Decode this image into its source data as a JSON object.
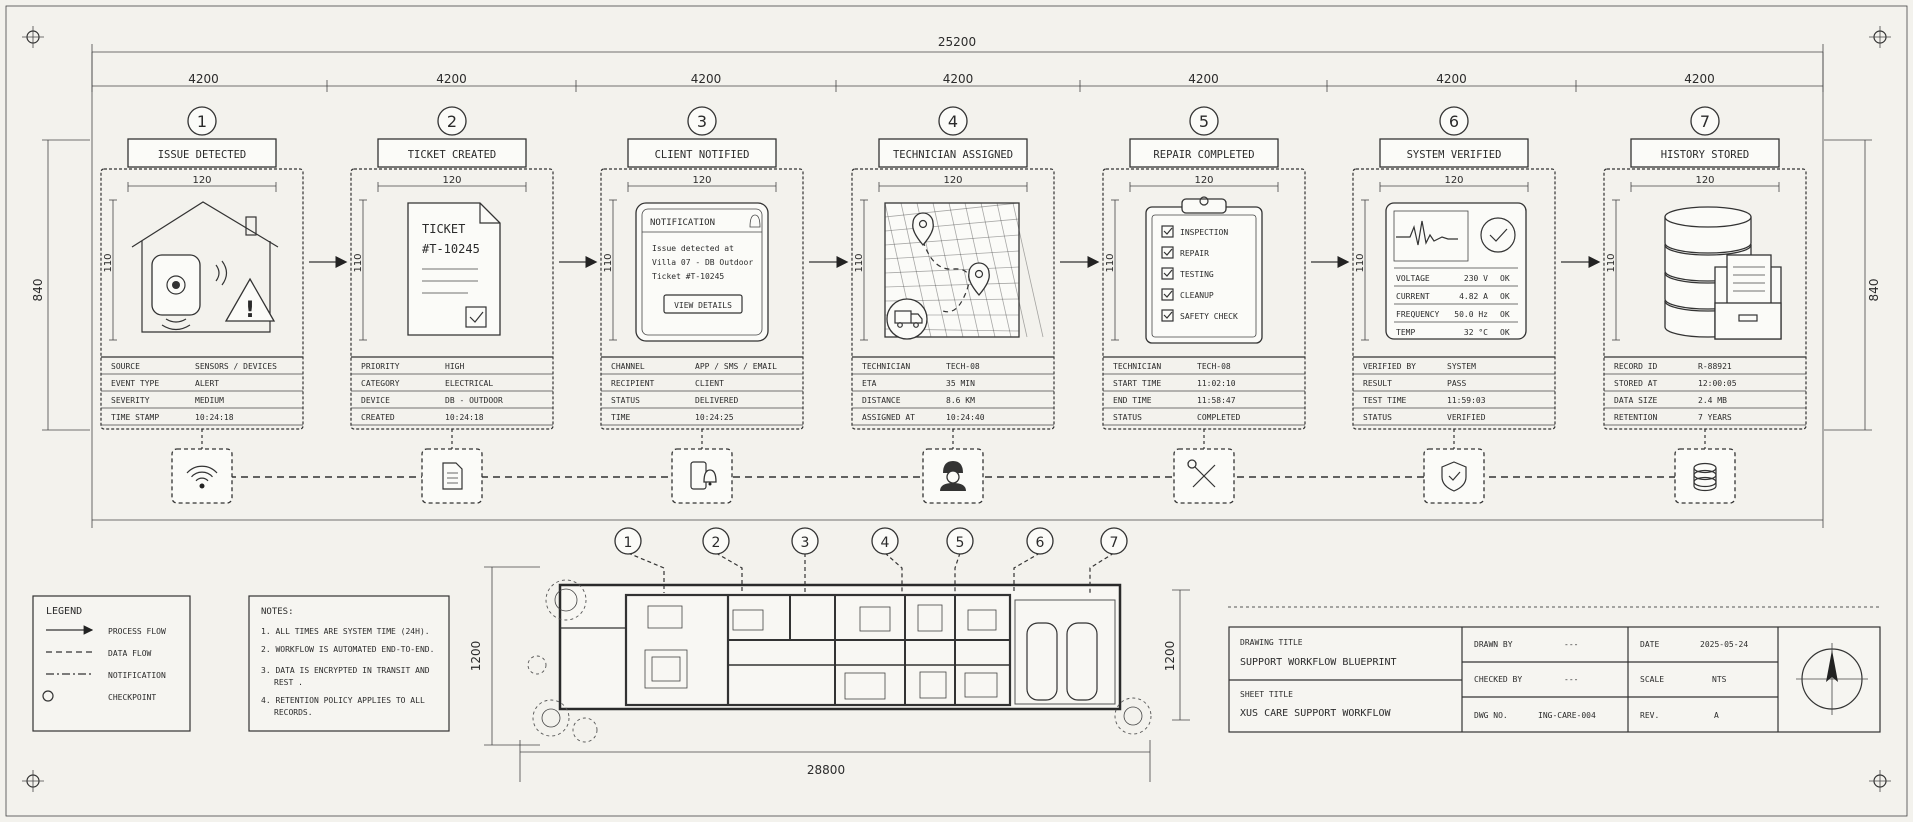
{
  "dims": {
    "overall": "25200",
    "side_left": "840",
    "side_right": "840",
    "segments": [
      "4200",
      "4200",
      "4200",
      "4200",
      "4200",
      "4200",
      "4200"
    ],
    "card_width": "120",
    "card_height": "110"
  },
  "steps": [
    {
      "number": "1",
      "title": "ISSUE DETECTED",
      "icon": "house-sensor-alert-icon",
      "footer_icon": "wifi-icon",
      "rows": [
        [
          "SOURCE",
          "SENSORS / DEVICES"
        ],
        [
          "EVENT TYPE",
          "ALERT"
        ],
        [
          "SEVERITY",
          "MEDIUM"
        ],
        [
          "TIME STAMP",
          "10:24:18"
        ]
      ]
    },
    {
      "number": "2",
      "title": "TICKET CREATED",
      "icon": "ticket-document-icon",
      "footer_icon": "document-icon",
      "illustration": {
        "ticket_title": "TICKET",
        "ticket_id": "#T-10245"
      },
      "rows": [
        [
          "PRIORITY",
          "HIGH"
        ],
        [
          "CATEGORY",
          "ELECTRICAL"
        ],
        [
          "DEVICE",
          "DB - OUTDOOR"
        ],
        [
          "CREATED",
          "10:24:18"
        ]
      ]
    },
    {
      "number": "3",
      "title": "CLIENT NOTIFIED",
      "icon": "notification-panel-icon",
      "footer_icon": "phone-bell-icon",
      "illustration": {
        "header": "NOTIFICATION",
        "line1": "Issue detected at",
        "line2": "Villa 07 - DB Outdoor",
        "line3": "Ticket #T-10245",
        "button": "VIEW DETAILS"
      },
      "rows": [
        [
          "CHANNEL",
          "APP / SMS / EMAIL"
        ],
        [
          "RECIPIENT",
          "CLIENT"
        ],
        [
          "STATUS",
          "DELIVERED"
        ],
        [
          "TIME",
          "10:24:25"
        ]
      ]
    },
    {
      "number": "4",
      "title": "TECHNICIAN ASSIGNED",
      "icon": "map-route-truck-icon",
      "footer_icon": "technician-icon",
      "rows": [
        [
          "TECHNICIAN",
          "TECH-08"
        ],
        [
          "ETA",
          "35 MIN"
        ],
        [
          "DISTANCE",
          "8.6 KM"
        ],
        [
          "ASSIGNED AT",
          "10:24:40"
        ]
      ]
    },
    {
      "number": "5",
      "title": "REPAIR COMPLETED",
      "icon": "clipboard-checklist-icon",
      "footer_icon": "tools-icon",
      "illustration": {
        "checklist": [
          "INSPECTION",
          "REPAIR",
          "TESTING",
          "CLEANUP",
          "SAFETY CHECK"
        ]
      },
      "rows": [
        [
          "TECHNICIAN",
          "TECH-08"
        ],
        [
          "START TIME",
          "11:02:10"
        ],
        [
          "END TIME",
          "11:58:47"
        ],
        [
          "STATUS",
          "COMPLETED"
        ]
      ]
    },
    {
      "number": "6",
      "title": "SYSTEM VERIFIED",
      "icon": "monitor-readings-icon",
      "footer_icon": "shield-check-icon",
      "illustration": {
        "readings": [
          [
            "VOLTAGE",
            "230 V",
            "OK"
          ],
          [
            "CURRENT",
            "4.82 A",
            "OK"
          ],
          [
            "FREQUENCY",
            "50.0 Hz",
            "OK"
          ],
          [
            "TEMP",
            "32 °C",
            "OK"
          ]
        ]
      },
      "rows": [
        [
          "VERIFIED BY",
          "SYSTEM"
        ],
        [
          "RESULT",
          "PASS"
        ],
        [
          "TEST TIME",
          "11:59:03"
        ],
        [
          "STATUS",
          "VERIFIED"
        ]
      ]
    },
    {
      "number": "7",
      "title": "HISTORY STORED",
      "icon": "database-archive-icon",
      "footer_icon": "database-icon",
      "rows": [
        [
          "RECORD ID",
          "R-88921"
        ],
        [
          "STORED AT",
          "12:00:05"
        ],
        [
          "DATA SIZE",
          "2.4 MB"
        ],
        [
          "RETENTION",
          "7 YEARS"
        ]
      ]
    }
  ],
  "legend": {
    "title": "LEGEND",
    "items": [
      "PROCESS FLOW",
      "DATA FLOW",
      "NOTIFICATION",
      "CHECKPOINT"
    ]
  },
  "notes": {
    "title": "NOTES:",
    "items": [
      "1. ALL TIMES ARE SYSTEM TIME (24H).",
      "2. WORKFLOW IS AUTOMATED END-TO-END.",
      "3. DATA IS ENCRYPTED IN TRANSIT AND",
      "REST .",
      "4. RETENTION POLICY APPLIES TO ALL",
      "RECORDS."
    ]
  },
  "floor_plan": {
    "dim_width": "28800",
    "dim_left": "1200",
    "dim_right": "1200",
    "markers": [
      "1",
      "2",
      "3",
      "4",
      "5",
      "6",
      "7"
    ]
  },
  "title_block": {
    "drawing_title_label": "DRAWING TITLE",
    "drawing_title": "SUPPORT WORKFLOW BLUEPRINT",
    "sheet_title_label": "SHEET TITLE",
    "sheet_title": "XUS CARE SUPPORT WORKFLOW",
    "drawn_by_label": "DRAWN BY",
    "drawn_by": "---",
    "checked_by_label": "CHECKED BY",
    "checked_by": "---",
    "dwg_no_label": "DWG NO.",
    "dwg_no": "ING-CARE-004",
    "date_label": "DATE",
    "date": "2025-05-24",
    "scale_label": "SCALE",
    "scale": "NTS",
    "rev_label": "REV.",
    "rev": "A"
  }
}
